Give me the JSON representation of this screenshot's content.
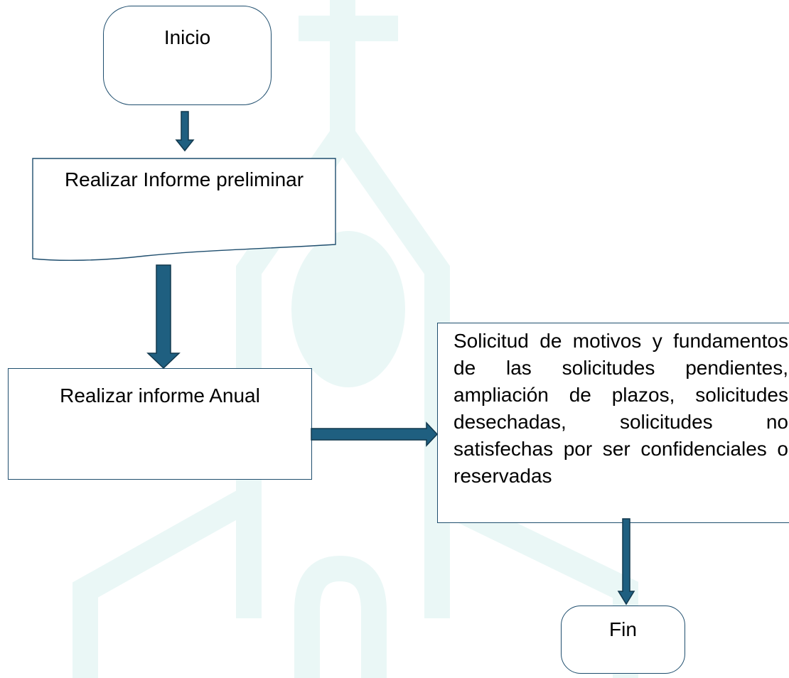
{
  "nodes": {
    "start": "Inicio",
    "step1": "Realizar Informe preliminar",
    "step2": "Realizar informe Anual",
    "step3": "Solicitud de motivos y fundamentos de las solicitudes pendientes, ampliación de plazos, solicitudes desechadas, solicitudes no satisfechas por ser confidenciales o reservadas",
    "end": "Fin"
  },
  "colors": {
    "arrow_fill": "#1f5f80",
    "arrow_stroke": "#12384d",
    "border": "#1f4e6e",
    "watermark": "#eaf7f6"
  }
}
